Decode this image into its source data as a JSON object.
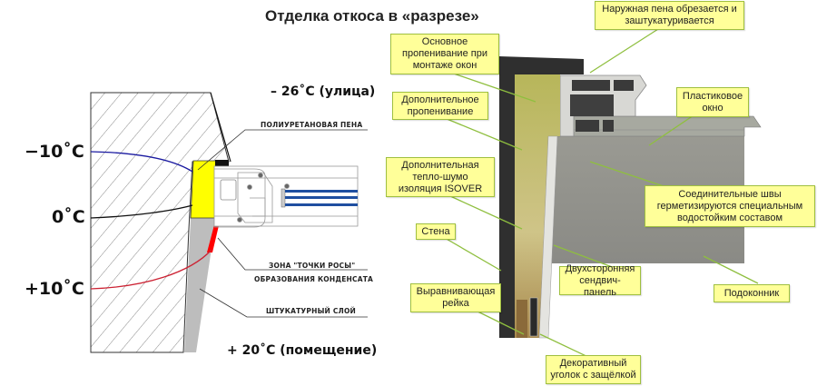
{
  "title": "Отделка откоса в «разрезе»",
  "left_diagram": {
    "temperatures": {
      "outside": "– 26˚С (улица)",
      "minus10": "−10˚С",
      "zero": "0˚С",
      "plus10": "+10˚С",
      "inside": "+ 20˚С (помещение)"
    },
    "captions": {
      "foam": "ПОЛИУРЕТАНОВАЯ ПЕНА",
      "dew_zone_line1": "ЗОНА \"ТОЧКИ РОСЫ\"",
      "dew_zone_line2": "ОБРАЗОВАНИЯ КОНДЕНСАТА",
      "plaster": "ШТУКАТУРНЫЙ СЛОЙ"
    },
    "colors": {
      "foam": "#ffff00",
      "plaster": "#bdbdbd",
      "dew_zone": "#ff0000",
      "minus10_line": "#1a1aa0",
      "zero_line": "#111111",
      "plus10_line": "#cc2233",
      "glass": "#1f4fa0"
    }
  },
  "right_photo": {
    "labels": {
      "outer_foam": "Наружная пена обрезается и заштукатуривается",
      "main_foam": "Основное пропенивание при монтаже окон",
      "extra_foam": "Дополнительное пропенивание",
      "plastic_window": "Пластиковое окно",
      "isover": "Дополнительная тепло-шумо изоляция ISOVER",
      "joints": "Соединительные швы герметизируются специальным водостойким составом",
      "wall": "Стена",
      "sandwich": "Двухсторонняя сендвич-панель",
      "sill": "Подоконник",
      "rail": "Выравнивающая рейка",
      "corner": "Декоративный уголок с защёлкой"
    },
    "colors": {
      "label_bg": "#ffff99",
      "label_border": "#9fbf3f",
      "leader": "#8fbf3f"
    }
  }
}
